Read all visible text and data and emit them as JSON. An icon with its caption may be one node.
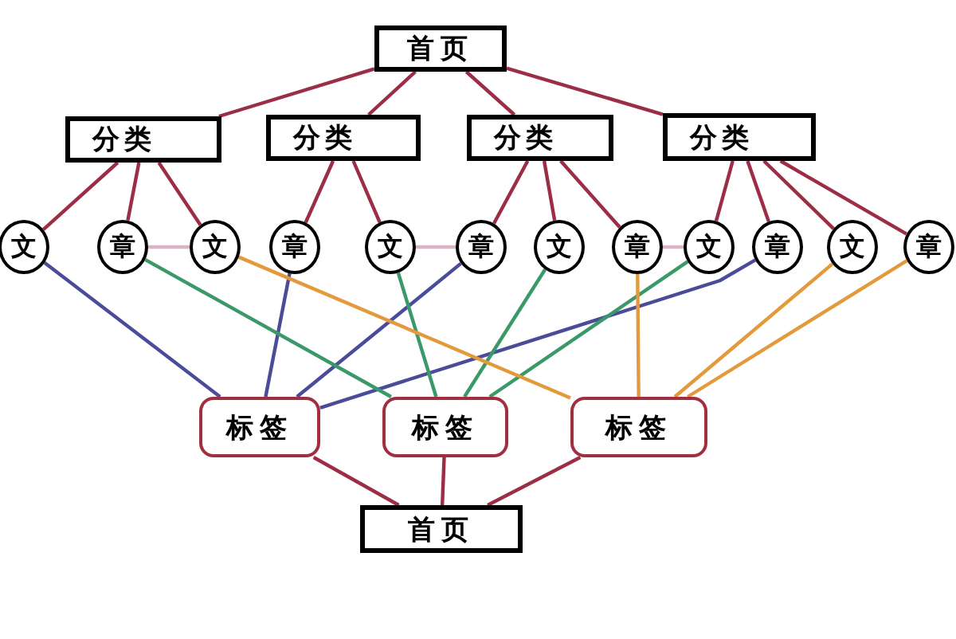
{
  "diagram": {
    "nodes": [
      {
        "text": [
          "首页"
        ]
      },
      {
        "text": [
          "分类"
        ]
      },
      {
        "text": [
          "分类"
        ]
      },
      {
        "text": [
          "分类"
        ]
      },
      {
        "text": [
          "分类"
        ]
      },
      {
        "text": [
          "文"
        ]
      },
      {
        "text": [
          "章"
        ]
      },
      {
        "text": [
          "文"
        ]
      },
      {
        "text": [
          "章"
        ]
      },
      {
        "text": [
          "文"
        ]
      },
      {
        "text": [
          "章"
        ]
      },
      {
        "text": [
          "文"
        ]
      },
      {
        "text": [
          "章"
        ]
      },
      {
        "text": [
          "文"
        ]
      },
      {
        "text": [
          "章"
        ]
      },
      {
        "text": [
          "文"
        ]
      },
      {
        "text": [
          "章"
        ]
      },
      {
        "text": [
          "标签"
        ]
      },
      {
        "text": [
          "标签"
        ]
      },
      {
        "text": [
          "标签"
        ]
      },
      {
        "text": [
          "首页"
        ]
      }
    ],
    "edges": [
      {
        "from": 0,
        "to": 1,
        "arrow": "none"
      },
      {
        "from": 0,
        "to": 2,
        "arrow": "none"
      },
      {
        "from": 0,
        "to": 3,
        "arrow": "none"
      },
      {
        "from": 0,
        "to": 4,
        "arrow": "none"
      },
      {
        "from": 1,
        "to": 5,
        "arrow": "none"
      },
      {
        "from": 1,
        "to": 6,
        "arrow": "none"
      },
      {
        "from": 1,
        "to": 7,
        "arrow": "none"
      },
      {
        "from": 2,
        "to": 8,
        "arrow": "none"
      },
      {
        "from": 2,
        "to": 9,
        "arrow": "none"
      },
      {
        "from": 3,
        "to": 10,
        "arrow": "none"
      },
      {
        "from": 3,
        "to": 11,
        "arrow": "none"
      },
      {
        "from": 3,
        "to": 12,
        "arrow": "none"
      },
      {
        "from": 4,
        "to": 13,
        "arrow": "none"
      },
      {
        "from": 4,
        "to": 14,
        "arrow": "none"
      },
      {
        "from": 4,
        "to": 15,
        "arrow": "none"
      },
      {
        "from": 4,
        "to": 16,
        "arrow": "none"
      },
      {
        "from": 6,
        "to": 7,
        "arrow": "none",
        "color": "#d9b3c6"
      },
      {
        "from": 9,
        "to": 10,
        "arrow": "none",
        "color": "#d9b3c6"
      },
      {
        "from": 12,
        "to": 13,
        "arrow": "none",
        "color": "#d9b3c6"
      },
      {
        "from": 5,
        "to": 17,
        "arrow": "none",
        "color": "#4a4c9a"
      },
      {
        "from": 8,
        "to": 17,
        "arrow": "none",
        "color": "#4a4c9a"
      },
      {
        "from": 10,
        "to": 17,
        "arrow": "none",
        "color": "#4a4c9a"
      },
      {
        "from": 14,
        "to": 17,
        "arrow": "none",
        "color": "#4a4c9a"
      },
      {
        "from": 6,
        "to": 18,
        "arrow": "none",
        "color": "#3b9868"
      },
      {
        "from": 9,
        "to": 18,
        "arrow": "none",
        "color": "#3b9868"
      },
      {
        "from": 11,
        "to": 18,
        "arrow": "none",
        "color": "#3b9868"
      },
      {
        "from": 13,
        "to": 18,
        "arrow": "none",
        "color": "#3b9868"
      },
      {
        "from": 7,
        "to": 19,
        "arrow": "none",
        "color": "#e39a3c"
      },
      {
        "from": 12,
        "to": 19,
        "arrow": "none",
        "color": "#e39a3c"
      },
      {
        "from": 15,
        "to": 19,
        "arrow": "none",
        "color": "#e39a3c"
      },
      {
        "from": 16,
        "to": 19,
        "arrow": "none",
        "color": "#e39a3c"
      },
      {
        "from": 17,
        "to": 20,
        "arrow": "none"
      },
      {
        "from": 18,
        "to": 20,
        "arrow": "none"
      },
      {
        "from": 19,
        "to": 20,
        "arrow": "none"
      }
    ]
  }
}
